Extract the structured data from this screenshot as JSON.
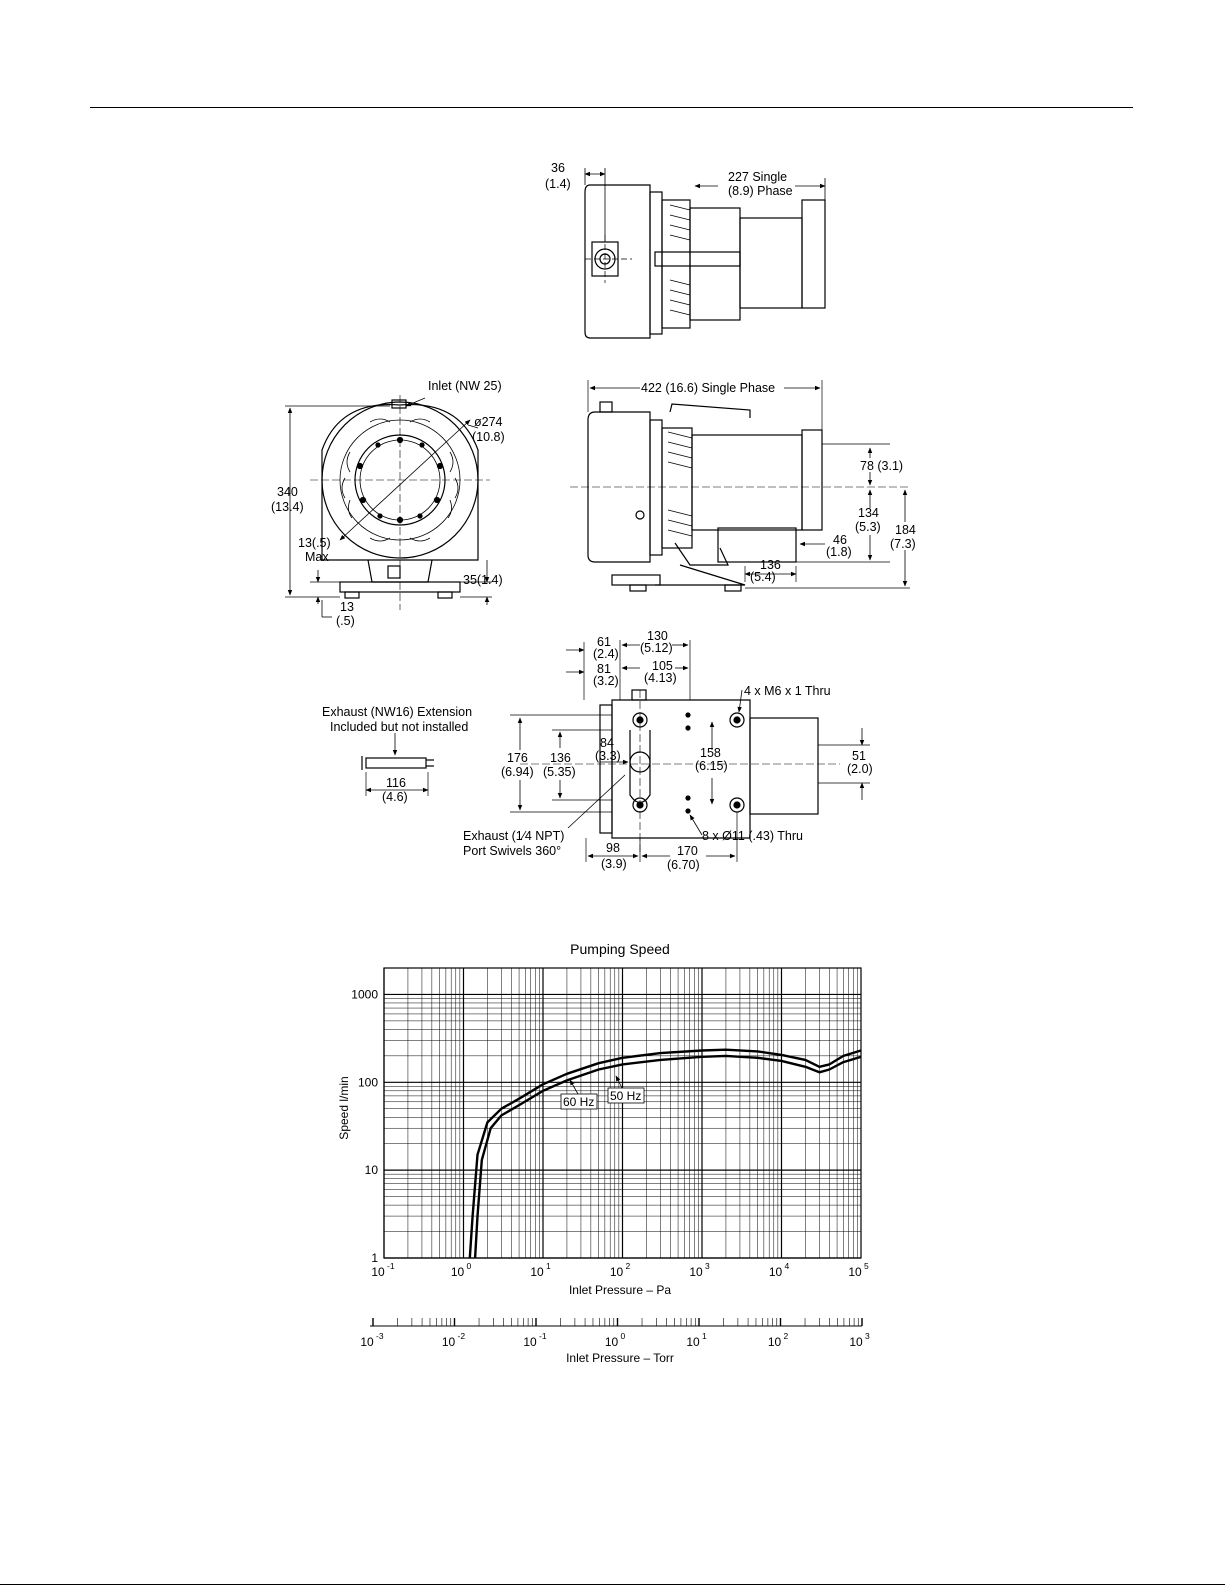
{
  "drawing": {
    "top_view": {
      "dim_36": "36",
      "dim_36_in": "(1.4)",
      "dim_227": "227 Single",
      "dim_227_in": "(8.9) Phase"
    },
    "front_view": {
      "inlet": "Inlet (NW 25)",
      "dia": "ø274",
      "dia_in": "(10.8)",
      "h340": "340",
      "h340_in": "(13.4)",
      "max13": "13(.5)",
      "max_label": "Max",
      "d35": "35(1.4)",
      "d13": "13",
      "d13_in": "(.5)"
    },
    "side_view": {
      "len422": "422 (16.6) Single Phase",
      "d78": "78 (3.1)",
      "d134": "134",
      "d134_in": "(5.3)",
      "d184": "184",
      "d184_in": "(7.3)",
      "d46": "46",
      "d46_in": "(1.8)",
      "d136": "136",
      "d136_in": "(5.4)"
    },
    "bottom_view": {
      "d61": "61",
      "d61_in": "(2.4)",
      "d130": "130",
      "d130_in": "(5.12)",
      "d81": "81",
      "d81_in": "(3.2)",
      "d105": "105",
      "d105_in": "(4.13)",
      "m6": "4 x M6 x 1 Thru",
      "exhaust_ext_1": "Exhaust (NW16) Extension",
      "exhaust_ext_2": "Included but not installed",
      "d176": "176",
      "d176_in": "(6.94)",
      "d136b": "136",
      "d136b_in": "(5.35)",
      "d84": "84",
      "d84_in": "(3.3)",
      "d158": "158",
      "d158_in": "(6.15)",
      "d51": "51",
      "d51_in": "(2.0)",
      "d116": "116",
      "d116_in": "(4.6)",
      "exhaust_port_1": "Exhaust (1⁄4 NPT)",
      "exhaust_port_2": "Port Swivels 360°",
      "holes": "8 x Ø11 (.43) Thru",
      "d98": "98",
      "d98_in": "(3.9)",
      "d170": "170",
      "d170_in": "(6.70)"
    }
  },
  "chart_data": {
    "type": "line",
    "title": "Pumping Speed",
    "xlabel": "Inlet Pressure – Pa",
    "ylabel": "Speed l/min",
    "x_scale": "log",
    "y_scale": "log",
    "xlim": [
      0.1,
      100000
    ],
    "ylim": [
      1,
      2000
    ],
    "grid": true,
    "x_ticks": [
      "10",
      "10",
      "10",
      "10",
      "10",
      "10",
      "10"
    ],
    "x_tick_exp": [
      "-1",
      "0",
      "1",
      "2",
      "3",
      "4",
      "5"
    ],
    "y_ticks": [
      "1",
      "10",
      "100",
      "1000"
    ],
    "secondary_axis": {
      "label": "Inlet Pressure – Torr",
      "ticks": [
        "10",
        "10",
        "10",
        "10",
        "10",
        "10"
      ],
      "tick_exp": [
        "-3",
        "-2",
        "-1",
        "0",
        "1",
        "2",
        "3"
      ]
    },
    "series": [
      {
        "name": "60 Hz",
        "x": [
          1.2,
          1.3,
          1.5,
          2,
          3,
          5,
          10,
          20,
          50,
          100,
          300,
          1000,
          2000,
          5000,
          10000,
          20000,
          30000,
          40000,
          60000,
          100000
        ],
        "y": [
          1,
          3,
          15,
          35,
          50,
          65,
          95,
          125,
          165,
          190,
          215,
          230,
          235,
          225,
          205,
          180,
          150,
          160,
          200,
          230
        ]
      },
      {
        "name": "50 Hz",
        "x": [
          1.4,
          1.5,
          1.7,
          2.2,
          3,
          5,
          10,
          20,
          50,
          100,
          300,
          1000,
          2000,
          5000,
          10000,
          20000,
          30000,
          40000,
          60000,
          100000
        ],
        "y": [
          1,
          3,
          13,
          30,
          42,
          55,
          80,
          105,
          140,
          160,
          180,
          195,
          200,
          190,
          175,
          150,
          130,
          140,
          170,
          195
        ]
      }
    ],
    "labels": {
      "s60": "60 Hz",
      "s50": "50 Hz"
    }
  }
}
